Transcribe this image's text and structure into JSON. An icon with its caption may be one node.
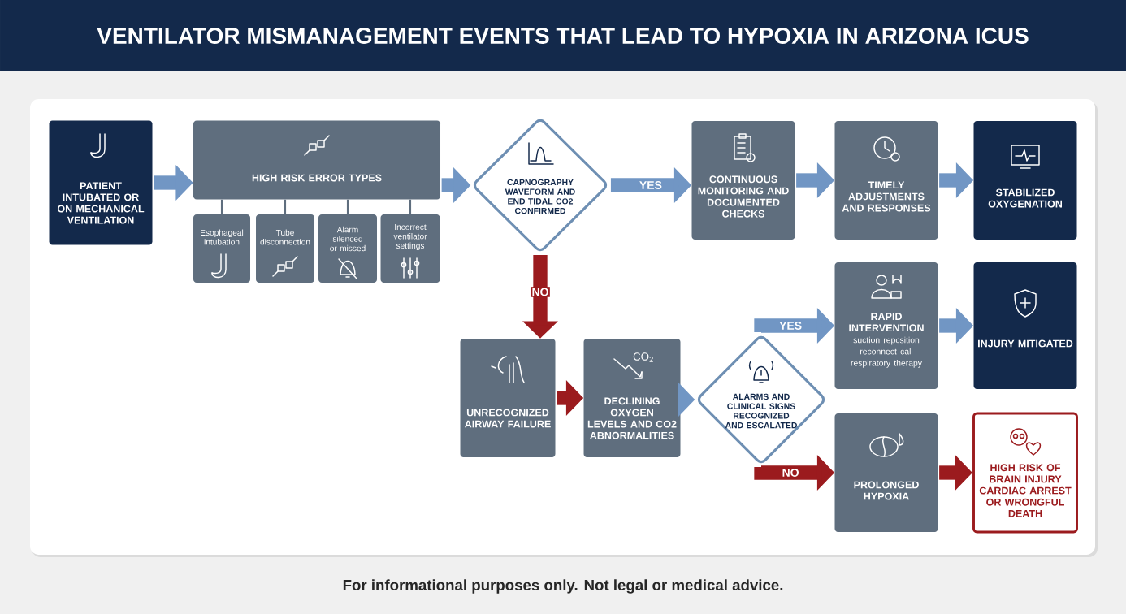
{
  "diagram": {
    "title": "VENTILATOR MISMANAGEMENT EVENTS THAT LEAD TO HYPOXIA IN ARIZONA ICUS",
    "caption": "For informational purposes only. Not legal or medical advice.",
    "nodes": [
      {
        "text": [
          "PATIENT INTUBATED OR ON MECHANICAL VENTILATION"
        ]
      },
      {
        "text": [
          "HIGH RISK ERROR TYPES"
        ]
      },
      {
        "text": [
          "Esophageal intubation"
        ]
      },
      {
        "text": [
          "Tube disconnection"
        ]
      },
      {
        "text": [
          "Alarm silenced or missed"
        ]
      },
      {
        "text": [
          "Incorrect ventilator settings"
        ]
      },
      {
        "text": [
          "CAPNOGRAPHY WAVEFORM AND END TIDAL CO2 CONFIRMED"
        ]
      },
      {
        "text": [
          "CONTINUOUS MONITORING AND DOCUMENTED CHECKS"
        ]
      },
      {
        "text": [
          "TIMELY ADJUSTMENTS AND RESPONSES"
        ]
      },
      {
        "text": [
          "STABILIZED OXYGENATION"
        ]
      },
      {
        "text": [
          "UNRECOGNIZED AIRWAY FAILURE"
        ]
      },
      {
        "text": [
          "DECLINING OXYGEN LEVELS AND CO2 ABNORMALITIES"
        ]
      },
      {
        "text": [
          "ALARMS AND CLINICAL SIGNS RECOGNIZED AND ESCALATED"
        ]
      },
      {
        "text": [
          "RAPID INTERVENTION",
          "suction repcsition reconnect call respiratory therapy"
        ]
      },
      {
        "text": [
          "INJURY MITIGATED"
        ]
      },
      {
        "text": [
          "PROLONGED HYPOXIA"
        ]
      },
      {
        "text": [
          "HIGH RISK OF BRAIN INJURY CARDIAC ARREST OR WRONGFUL DEATH"
        ]
      }
    ],
    "edges": [
      {
        "from": 0,
        "to": 1,
        "arrow": "to"
      },
      {
        "from": 1,
        "to": 2,
        "arrow": "none",
        "color": "#5f6e7e"
      },
      {
        "from": 1,
        "to": 3,
        "arrow": "none",
        "color": "#5f6e7e"
      },
      {
        "from": 1,
        "to": 4,
        "arrow": "none",
        "color": "#5f6e7e"
      },
      {
        "from": 1,
        "to": 5,
        "arrow": "none",
        "color": "#5f6e7e"
      },
      {
        "from": 1,
        "to": 6,
        "arrow": "to"
      },
      {
        "from": 6,
        "to": 7,
        "arrow": "to",
        "label": "YES"
      },
      {
        "from": 7,
        "to": 8,
        "arrow": "to"
      },
      {
        "from": 8,
        "to": 9,
        "arrow": "to"
      },
      {
        "from": 6,
        "to": 10,
        "arrow": "to",
        "color": "#9b1b1e",
        "label": "NO"
      },
      {
        "from": 10,
        "to": 11,
        "arrow": "to",
        "color": "#9b1b1e"
      },
      {
        "from": 11,
        "to": 12,
        "arrow": "to"
      },
      {
        "from": 12,
        "to": 13,
        "arrow": "to",
        "label": "YES"
      },
      {
        "from": 13,
        "to": 14,
        "arrow": "to"
      },
      {
        "from": 12,
        "to": 15,
        "arrow": "to",
        "color": "#9b1b1e",
        "label": "NO"
      },
      {
        "from": 15,
        "to": 16,
        "arrow": "to",
        "color": "#9b1b1e"
      }
    ],
    "labels": [
      "CO$_{2}$"
    ]
  }
}
